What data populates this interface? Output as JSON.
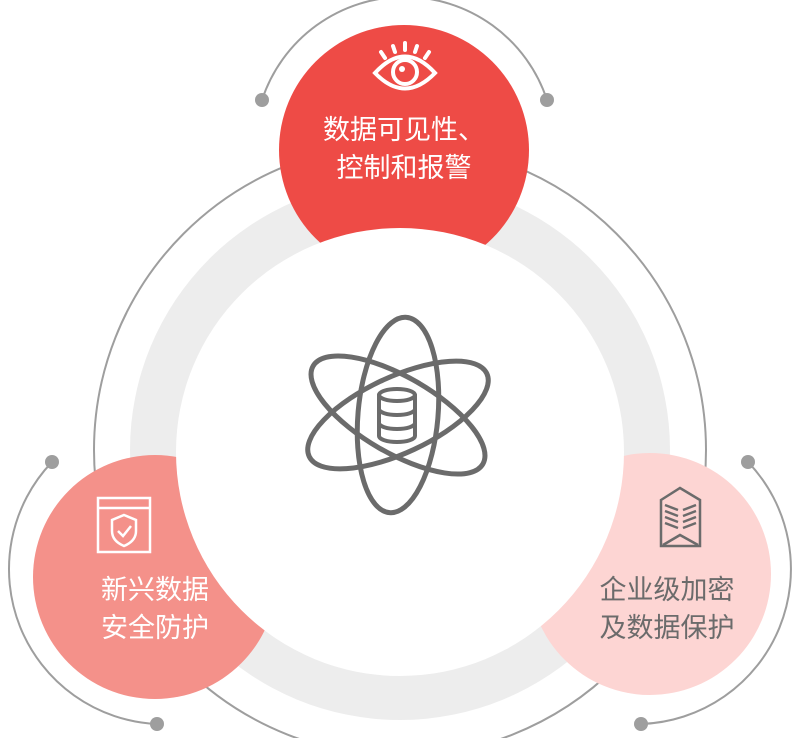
{
  "nodes": [
    {
      "id": "visibility",
      "lines": [
        "数据可见性、",
        "控制和报警"
      ],
      "icon": "eye-icon",
      "color": "#EE4B46",
      "text_color": "#FFFFFF"
    },
    {
      "id": "emerging",
      "lines": [
        "新兴数据",
        "安全防护"
      ],
      "icon": "browser-shield-icon",
      "color": "#F4918A",
      "text_color": "#FFFFFF"
    },
    {
      "id": "encryption",
      "lines": [
        "企业级加密",
        "及数据保护"
      ],
      "icon": "building-icon",
      "color": "#FDD5D3",
      "text_color": "#6B6B6B"
    }
  ],
  "center": {
    "icon": "atom-database-icon"
  },
  "colors": {
    "ring": "#EDEDED",
    "line": "#9E9E9E",
    "icon": "#6B6B6B"
  }
}
